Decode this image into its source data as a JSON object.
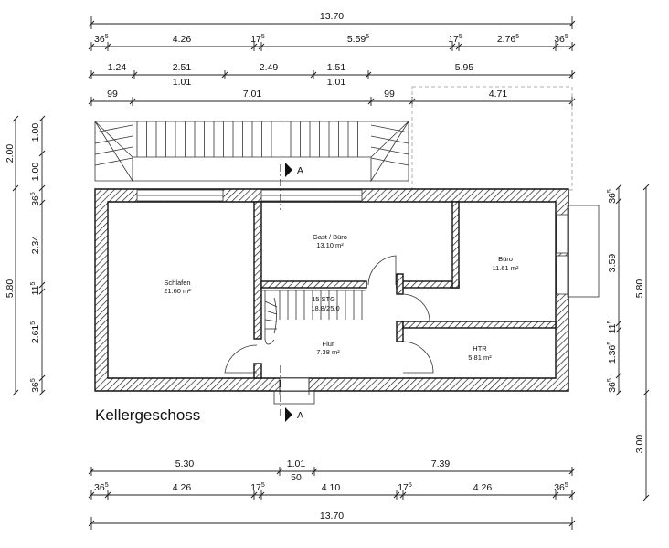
{
  "plan": {
    "title": "Kellergeschoss",
    "rooms": [
      {
        "name": "Schlafen",
        "area": "21.60 m²"
      },
      {
        "name": "Gast / Büro",
        "area": "13.10 m²"
      },
      {
        "name": "Büro",
        "area": "11.61 m²"
      },
      {
        "name": "Flur",
        "area": "7.38 m²"
      },
      {
        "name": "HTR",
        "area": "5.81 m²"
      }
    ],
    "stair": {
      "label": "15 STG",
      "ratio": "18.8/25.0"
    }
  },
  "dimensions": {
    "top_total": "13.70",
    "top_row1": [
      "36",
      "4.26",
      "17",
      "5.59",
      "17",
      "2.76",
      "36"
    ],
    "top_row1_sup": [
      "5",
      "",
      "5",
      "5",
      "5",
      "5",
      "5"
    ],
    "top_row2": [
      "1.24",
      "2.51",
      "2.49",
      "1.51",
      "5.95"
    ],
    "top_row2_sub": [
      "1.01",
      "1.01"
    ],
    "top_row3": [
      "99",
      "7.01",
      "99",
      "4.71"
    ],
    "left_outer": "5.80",
    "left_top": [
      "2.00",
      "1.00",
      "1.00"
    ],
    "left_inner": [
      "36",
      "2.34",
      "11",
      "2.61",
      "36"
    ],
    "left_inner_sup": [
      "5",
      "",
      "5",
      "5",
      "5"
    ],
    "right_small": [
      "36",
      "3.59",
      "11",
      "1.36",
      "36"
    ],
    "right_small_sup": [
      "5",
      "",
      "5",
      "5",
      "5"
    ],
    "right_outer": [
      "5.80",
      "3.00"
    ],
    "bottom_row1": [
      "5.30",
      "1.01",
      "7.39"
    ],
    "bottom_row1_sub": "50",
    "bottom_row2": [
      "36",
      "4.26",
      "17",
      "4.10",
      "17",
      "4.26",
      "36"
    ],
    "bottom_row2_sup": [
      "5",
      "",
      "5",
      "",
      "5",
      "",
      "5"
    ],
    "bottom_total": "13.70"
  }
}
